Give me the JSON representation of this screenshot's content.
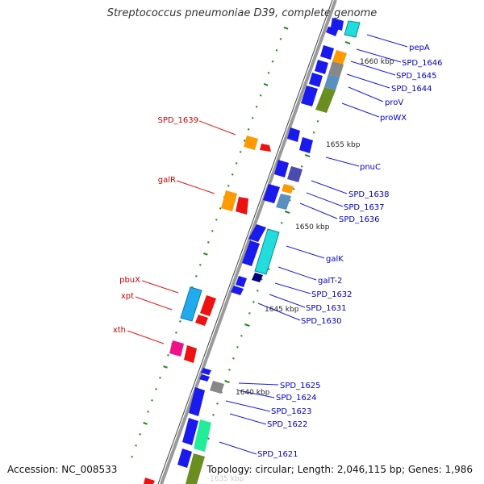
{
  "title": "Streptococcus pneumoniae D39, complete genome",
  "footer": {
    "accession": "Accession: NC_008533",
    "summary": "Topology: circular; Length: 2,046,115 bp; Genes: 1,986"
  },
  "colors": {
    "plus_strand_label": "#0000cc",
    "minus_strand_label": "#cc0000",
    "tick": "#228b22",
    "backbone": "#9a9a9a",
    "arrow_blue": "#1a1aee",
    "arrow_red": "#ee1111",
    "orange": "#ff9900",
    "cyan": "#22dddd",
    "olive": "#6b8e23",
    "slate": "#4b4bb0",
    "grey": "#888888",
    "steel": "#5a8fc0",
    "magenta": "#ee1188",
    "spring": "#22ee99",
    "navy": "#000080"
  },
  "scale_labels": [
    "1660 kbp",
    "1655 kbp",
    "1650 kbp",
    "1645 kbp",
    "1640 kbp",
    "1635 kbp"
  ],
  "plus_labels": [
    "pepA",
    "SPD_1646",
    "SPD_1645",
    "SPD_1644",
    "proV",
    "proWX",
    "pnuC",
    "SPD_1638",
    "SPD_1637",
    "SPD_1636",
    "galK",
    "galT-2",
    "SPD_1632",
    "SPD_1631",
    "SPD_1630",
    "SPD_1625",
    "SPD_1624",
    "SPD_1623",
    "SPD_1622",
    "SPD_1621"
  ],
  "minus_labels": [
    "SPD_1639",
    "galR",
    "pbuX",
    "xpt",
    "xth"
  ]
}
